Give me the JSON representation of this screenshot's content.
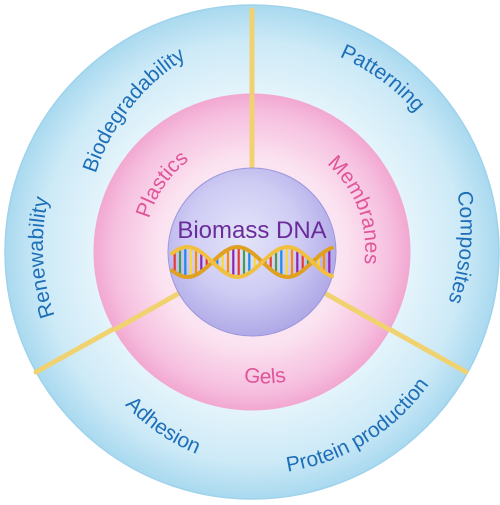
{
  "center": {
    "title": "Biomass DNA"
  },
  "middle_ring": {
    "items": [
      {
        "label": "Plastics"
      },
      {
        "label": "Membranes"
      },
      {
        "label": "Gels"
      }
    ]
  },
  "outer_ring": {
    "items": [
      {
        "label": "Biodegradability"
      },
      {
        "label": "Patterning"
      },
      {
        "label": "Renewability"
      },
      {
        "label": "Composites"
      },
      {
        "label": "Adhesion"
      },
      {
        "label": "Protein production"
      }
    ]
  },
  "colors": {
    "outer_ring": "#bfe6f5",
    "middle_ring": "#f7b9dc",
    "center_disc": "#bcb7ec",
    "divider": "#f0d270",
    "outer_text": "#1e6fb8",
    "middle_text": "#e0559a",
    "center_text": "#6a2c9a"
  },
  "icons": {
    "dna": "dna-helix-icon"
  }
}
